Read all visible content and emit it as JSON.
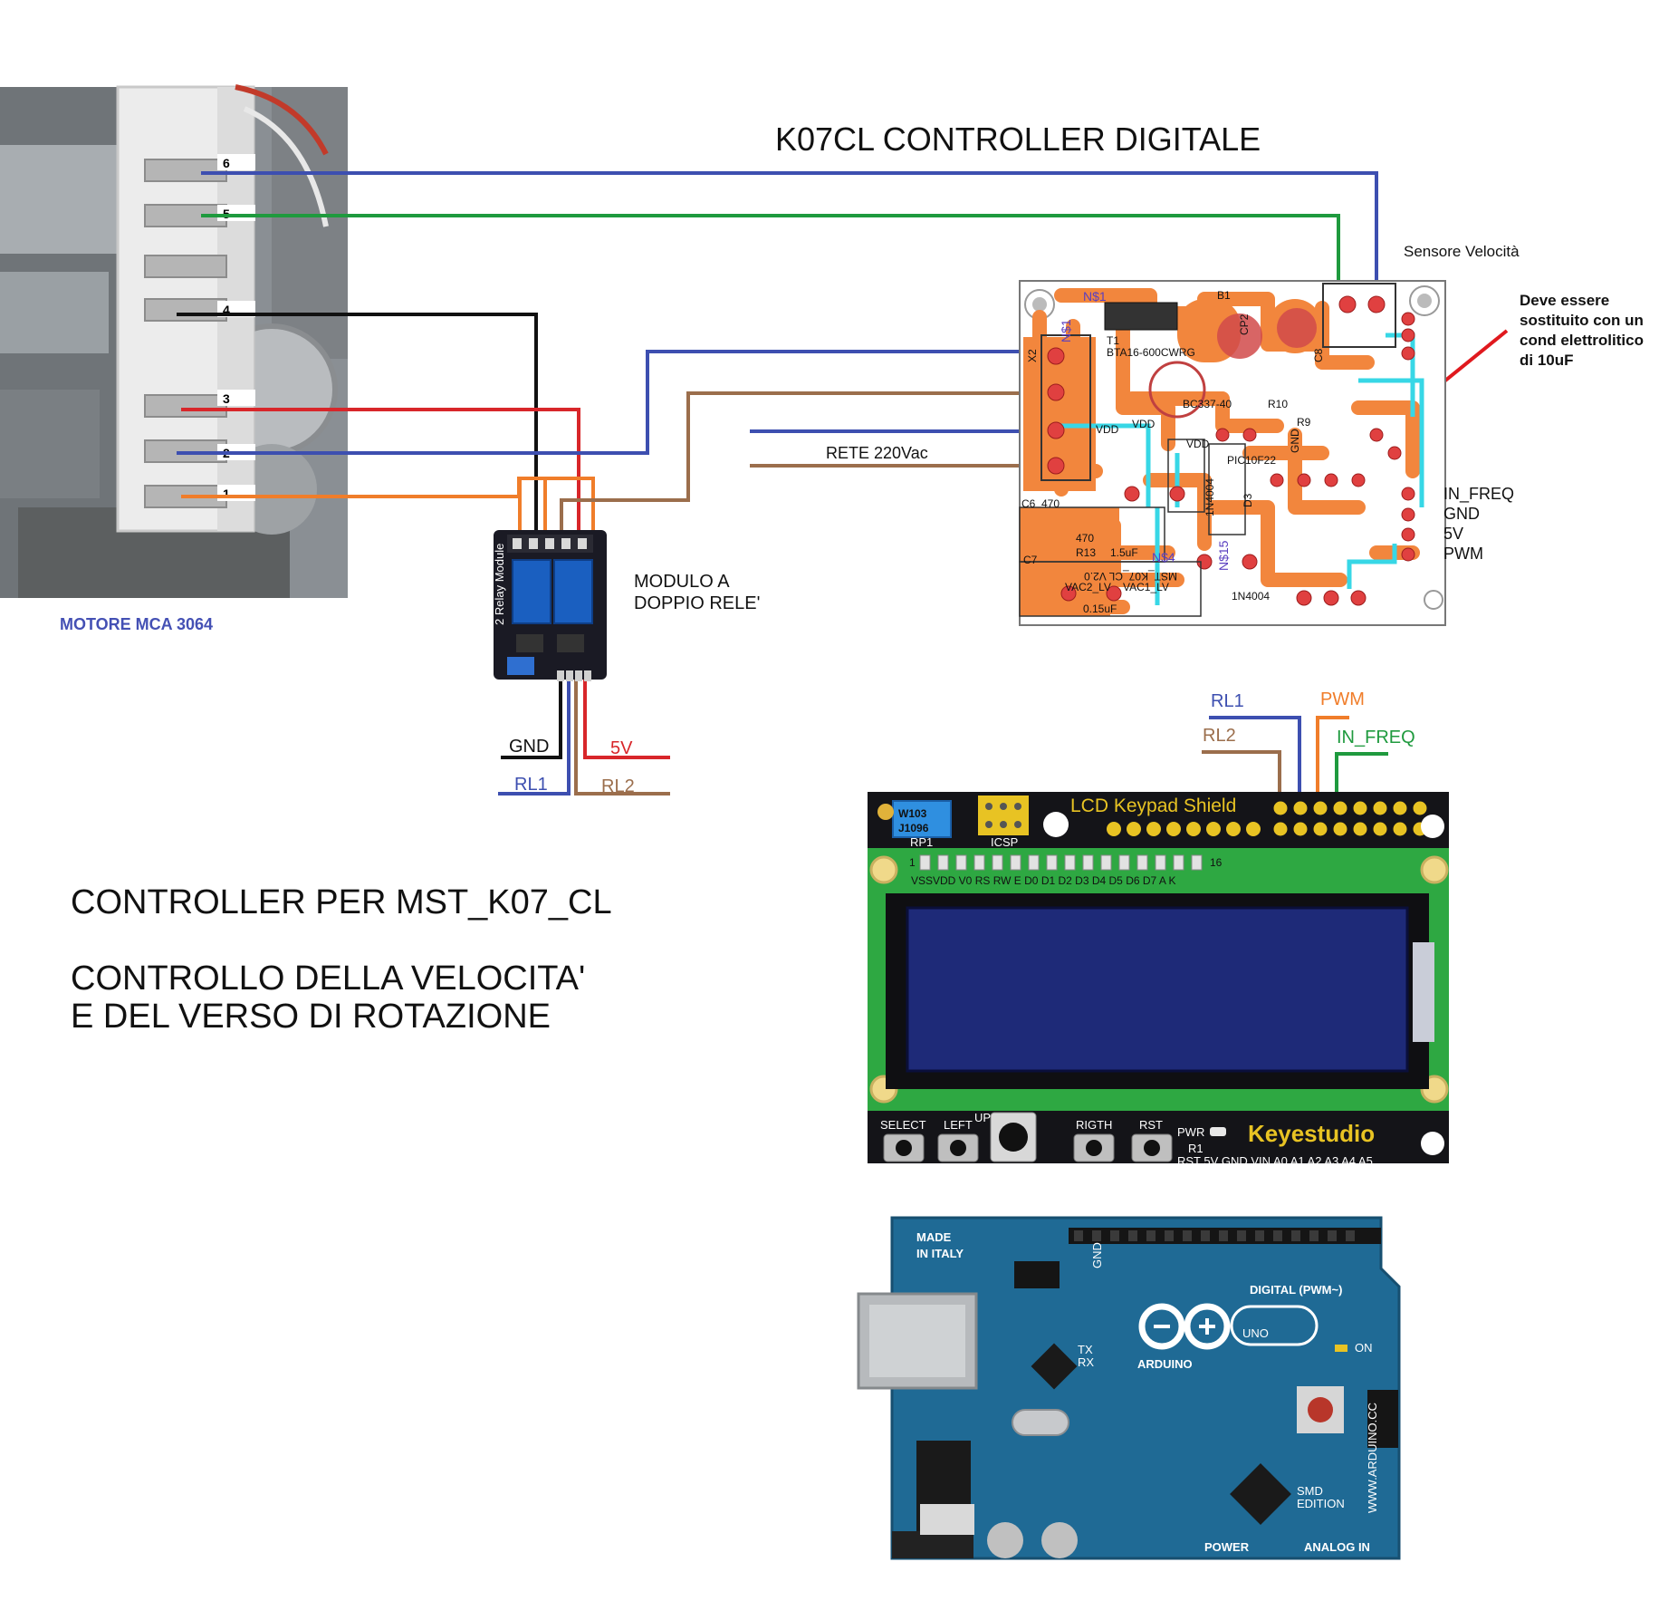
{
  "title": "K07CL CONTROLLER DIGITALE",
  "motor": {
    "caption": "MOTORE MCA 3064",
    "pins": [
      "6",
      "5",
      "4",
      "3",
      "2",
      "1"
    ]
  },
  "relay_module": {
    "label_line1": "MODULO A",
    "label_line2": "DOPPIO RELE'",
    "silk_text": "2 Relay Module",
    "wires": {
      "gnd": "GND",
      "v5": "5V",
      "rl1": "RL1",
      "rl2": "RL2"
    }
  },
  "speed_sensor": "Sensore Velocità",
  "rete": "RETE 220Vac",
  "note": {
    "line1": "Deve essere",
    "line2": "sostituito con un",
    "line3": "cond elettrolitico",
    "line4": "di 10uF"
  },
  "pcb": {
    "connector_labels": [
      "IN_FREQ",
      "GND",
      "5V",
      "PWM"
    ],
    "silkscreen": [
      "N$1",
      "N$1",
      "X2",
      "T1",
      "BTA16-600CWRG",
      "B1",
      "CP2",
      "C8",
      "BC337-40",
      "R10",
      "R9",
      "PIC10F22",
      "VDD",
      "VDD",
      "VDD",
      "C6",
      "470",
      "470",
      "R13",
      "1.5uF",
      "C7",
      "0.15uF",
      "1N4004",
      "1N4004",
      "D3",
      "N$15",
      "N$4",
      "GND",
      "VAC2_LV",
      "VAC1_LV",
      "MST_K07_CL V2.0"
    ]
  },
  "arduino_pins": {
    "rl1": "RL1",
    "rl2": "RL2",
    "pwm": "PWM",
    "in_freq": "IN_FREQ"
  },
  "lcd_shield": {
    "title": "LCD Keypad Shield",
    "brand": "Keyestudio",
    "pot_label": "W103",
    "pot_code": "J1096",
    "pot_ref": "RP1",
    "icsp": "ICSP",
    "pin_first": "1",
    "pin_last": "16",
    "pin_labels": "VSSVDD V0  RS  RW  E   D0  D1  D2  D3  D4  D5  D6  D7  A   K",
    "buttons": [
      "SELECT",
      "LEFT",
      "UP",
      "RIGTH",
      "RST"
    ],
    "pwr": "PWR",
    "r1": "R1",
    "bottom_text": "RST  5V  GND VIN     A0 A1 A2 A3 A4 A5"
  },
  "arduino": {
    "made_in_line1": "MADE",
    "made_in_line2": "IN ITALY",
    "model": "UNO",
    "brand": "ARDUINO",
    "digital": "DIGITAL (PWM~)",
    "power": "POWER",
    "analog": "ANALOG IN",
    "tx": "TX",
    "rx": "RX",
    "on": "ON",
    "gnd": "GND",
    "smd1": "SMD",
    "smd2": "EDITION",
    "site": "WWW.ARDUINO.CC"
  },
  "caption": {
    "line1": "CONTROLLER PER MST_K07_CL",
    "line2": "CONTROLLO DELLA VELOCITA'",
    "line3": "E DEL VERSO DI ROTAZIONE"
  },
  "colors": {
    "wire_blue": "#3d4fb0",
    "wire_green": "#1f9a3e",
    "wire_black": "#111111",
    "wire_red": "#d8262a",
    "wire_orange": "#f07d2a",
    "wire_brown": "#9b6e4c",
    "pcb_copper": "#f2863d",
    "pcb_cyan": "#37d7e6",
    "lcd_board": "#2ea842",
    "lcd_screen": "#1e2a78",
    "arduino_board": "#1f6a95",
    "motor_caption": "#4450b4",
    "relay_board": "#1a1a24"
  }
}
